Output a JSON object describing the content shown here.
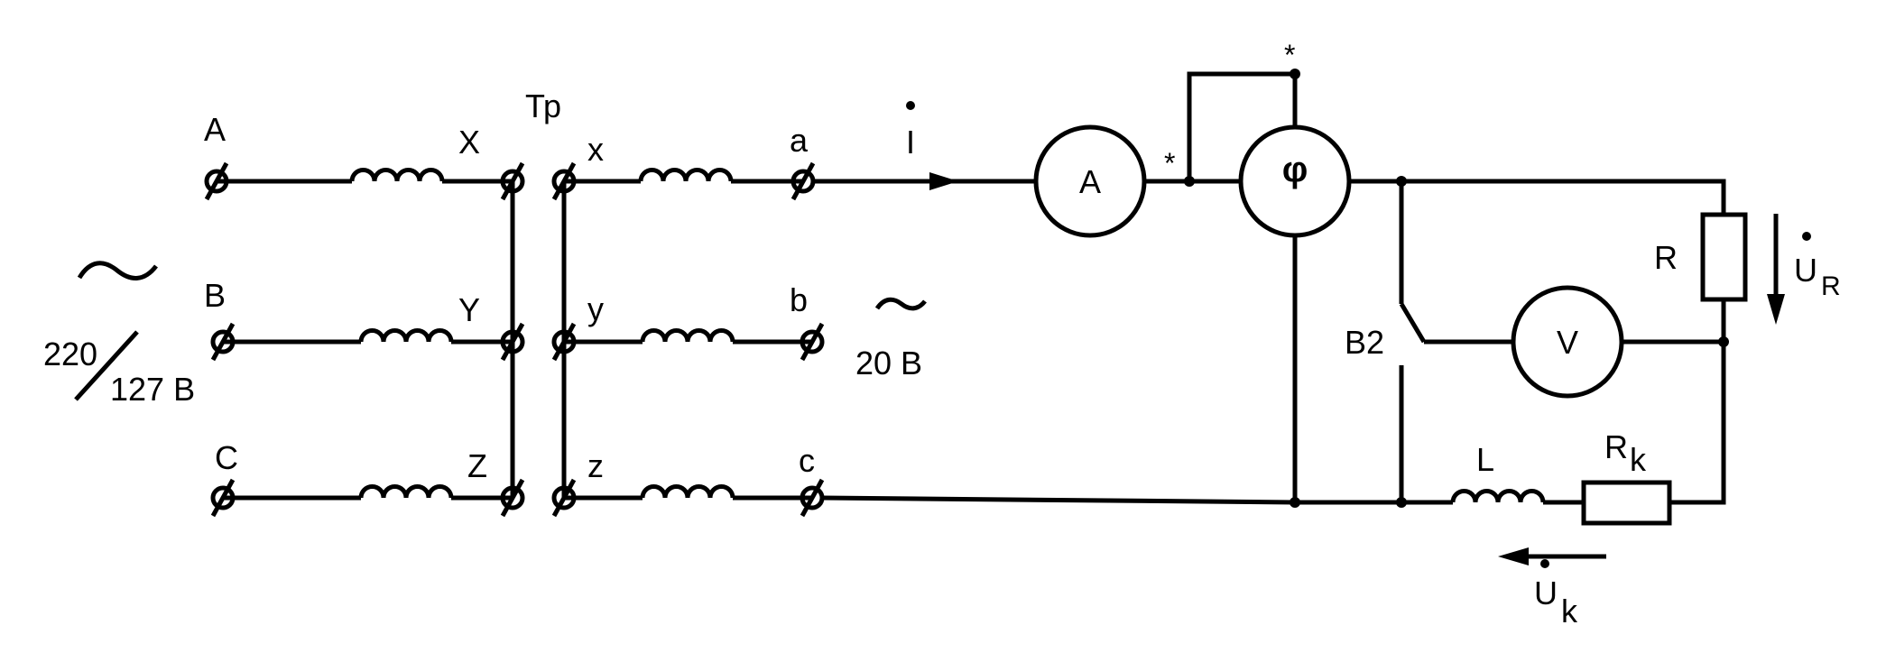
{
  "source": {
    "tilde": "~",
    "voltage_top": "220",
    "voltage_bottom": "127 В"
  },
  "primary_terminals": [
    "A",
    "B",
    "C"
  ],
  "primary_ends": [
    "X",
    "Y",
    "Z"
  ],
  "transformer_label": "Тр",
  "secondary_starts": [
    "x",
    "y",
    "z"
  ],
  "secondary_terminals": [
    "a",
    "b",
    "c"
  ],
  "secondary_voltage": {
    "tilde": "~",
    "value": "20 В"
  },
  "current_label": "I",
  "ammeter_label": "A",
  "phasemeter_label": "φ",
  "phasemeter_marks": [
    "*",
    "*"
  ],
  "voltmeter_label": "V",
  "switch_label": "В2",
  "resistor_label": "R",
  "coil_label": "L",
  "coil_resistor": {
    "main": "R",
    "sub": "k"
  },
  "ur_label": {
    "main": "U",
    "sub": "R"
  },
  "uk_label": {
    "main": "U",
    "sub": "k"
  },
  "colors": {
    "line": "#000000",
    "background": "#ffffff"
  }
}
